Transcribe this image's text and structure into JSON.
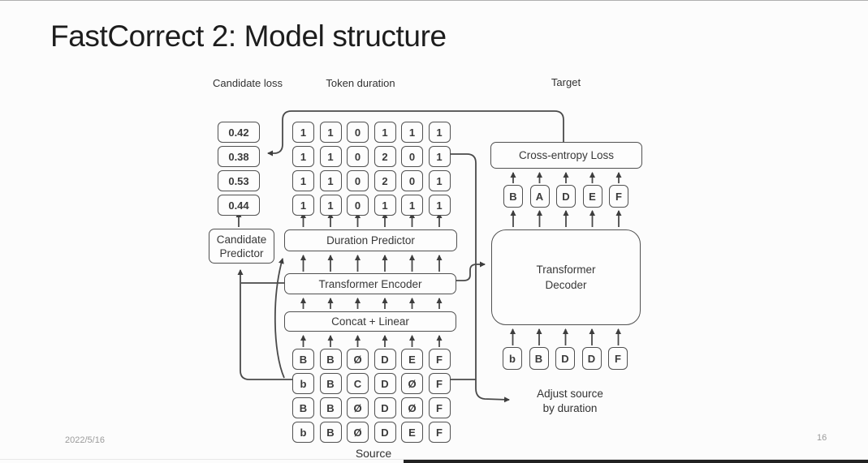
{
  "slide": {
    "title": "FastCorrect 2: Model structure",
    "footer": {
      "date": "2022/5/16",
      "page": "16"
    }
  },
  "labels": {
    "candidate_loss": "Candidate loss",
    "token_duration": "Token duration",
    "target": "Target",
    "source": "Source",
    "adjust_line1": "Adjust source",
    "adjust_line2": "by duration"
  },
  "boxes": {
    "candidate_predictor_line1": "Candidate",
    "candidate_predictor_line2": "Predictor",
    "duration_predictor": "Duration Predictor",
    "transformer_encoder": "Transformer Encoder",
    "concat_linear": "Concat + Linear",
    "cross_entropy_loss": "Cross-entropy Loss",
    "decoder_line1": "Transformer",
    "decoder_line2": "Decoder"
  },
  "candidate_losses": [
    "0.42",
    "0.38",
    "0.53",
    "0.44"
  ],
  "token_duration_rows": [
    [
      "1",
      "1",
      "0",
      "1",
      "1",
      "1"
    ],
    [
      "1",
      "1",
      "0",
      "2",
      "0",
      "1"
    ],
    [
      "1",
      "1",
      "0",
      "2",
      "0",
      "1"
    ],
    [
      "1",
      "1",
      "0",
      "1",
      "1",
      "1"
    ]
  ],
  "source_rows": [
    [
      "B",
      "B",
      "Ø",
      "D",
      "E",
      "F"
    ],
    [
      "b",
      "B",
      "C",
      "D",
      "Ø",
      "F"
    ],
    [
      "B",
      "B",
      "Ø",
      "D",
      "Ø",
      "F"
    ],
    [
      "b",
      "B",
      "Ø",
      "D",
      "E",
      "F"
    ]
  ],
  "target_tokens": [
    "B",
    "A",
    "D",
    "E",
    "F"
  ],
  "decoder_inputs": [
    "b",
    "B",
    "D",
    "D",
    "F"
  ],
  "colors": {
    "line": "#4a4a4a",
    "text": "#3c3c3c",
    "title": "#1d1d1d",
    "muted": "#9a9a9a",
    "background": "#fcfcfc"
  }
}
